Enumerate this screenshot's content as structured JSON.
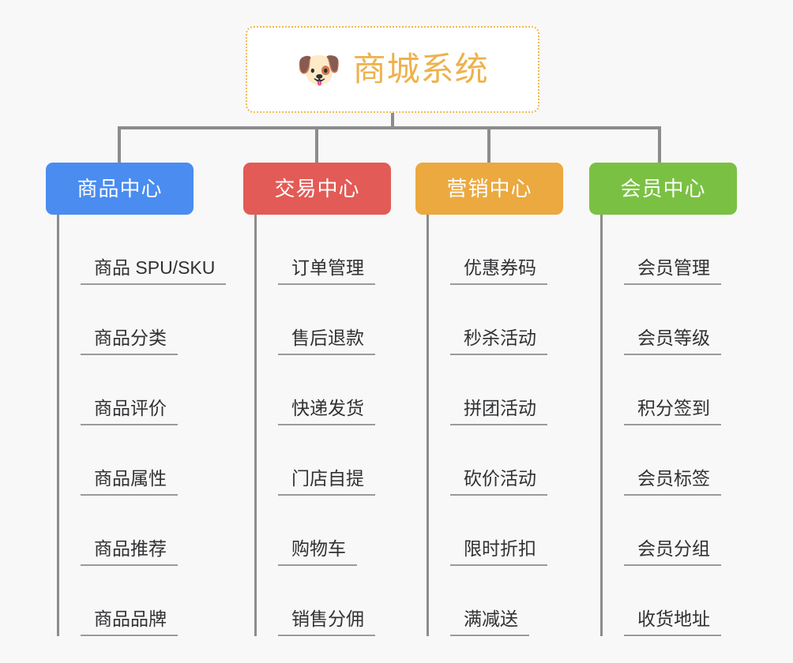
{
  "diagram": {
    "background_color": "#f8f8f8",
    "connector_color": "#8c8c8c",
    "root": {
      "icon": "dog-face-emoji",
      "icon_glyph": "🐶",
      "title": "商城系统",
      "text_color": "#edb24c",
      "border_color": "#efb950",
      "background_color": "#ffffff"
    },
    "branches": [
      {
        "label": "商品中心",
        "color": "#4a8cf0",
        "items": [
          "商品 SPU/SKU",
          "商品分类",
          "商品评价",
          "商品属性",
          "商品推荐",
          "商品品牌"
        ]
      },
      {
        "label": "交易中心",
        "color": "#e35b56",
        "items": [
          "订单管理",
          "售后退款",
          "快递发货",
          "门店自提",
          "购物车",
          "销售分佣"
        ]
      },
      {
        "label": "营销中心",
        "color": "#eba93f",
        "items": [
          "优惠券码",
          "秒杀活动",
          "拼团活动",
          "砍价活动",
          "限时折扣",
          "满减送"
        ]
      },
      {
        "label": "会员中心",
        "color": "#7ac143",
        "items": [
          "会员管理",
          "会员等级",
          "积分签到",
          "会员标签",
          "会员分组",
          "收货地址"
        ]
      }
    ]
  }
}
